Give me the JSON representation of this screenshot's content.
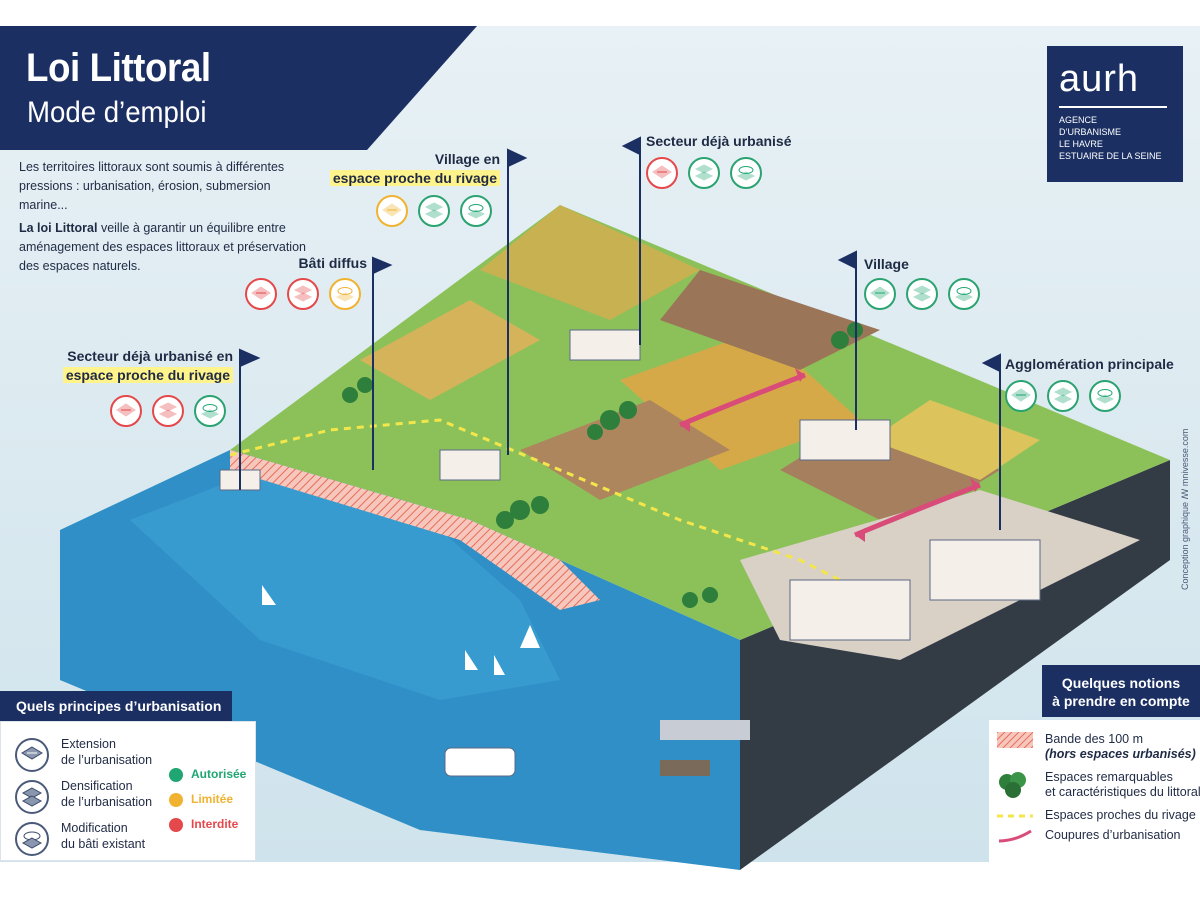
{
  "header": {
    "title": "Loi Littoral",
    "subtitle": "Mode d’emploi"
  },
  "logo": {
    "word": "aurh",
    "lines": [
      "AGENCE",
      "D’URBANISME",
      "LE HAVRE",
      "ESTUAIRE DE LA SEINE"
    ]
  },
  "intro": {
    "p1": "Les territoires littoraux sont soumis à différentes pressions : urbanisation, érosion, submersion marine...",
    "p2_bold": "La loi Littoral",
    "p2_rest": " veille à garantir un équilibre entre aménagement des espaces littoraux et préservation des espaces naturels."
  },
  "zones": [
    {
      "line1": "Secteur déjà urbanisé en",
      "line2": "espace proche du rivage",
      "statuses": [
        "interdite",
        "interdite",
        "autorisee"
      ]
    },
    {
      "line1": "Bâti diffus",
      "line2": "",
      "statuses": [
        "interdite",
        "interdite",
        "limitee"
      ]
    },
    {
      "line1": "Village en",
      "line2": "espace proche du rivage",
      "statuses": [
        "limitee",
        "autorisee",
        "autorisee"
      ]
    },
    {
      "line1": "Secteur déjà urbanisé",
      "line2": "",
      "statuses": [
        "interdite",
        "autorisee",
        "autorisee"
      ]
    },
    {
      "line1": "Village",
      "line2": "",
      "statuses": [
        "autorisee",
        "autorisee",
        "autorisee"
      ]
    },
    {
      "line1": "Agglomération principale",
      "line2": "",
      "statuses": [
        "autorisee",
        "autorisee",
        "autorisee"
      ]
    }
  ],
  "principles": {
    "title": "Quels principes d’urbanisation ?",
    "items": [
      {
        "line1": "Extension",
        "line2": "de l’urbanisation",
        "icon": "extension-icon"
      },
      {
        "line1": "Densification",
        "line2": "de l’urbanisation",
        "icon": "densification-icon"
      },
      {
        "line1": "Modification",
        "line2": "du bâti existant",
        "icon": "modification-icon"
      }
    ],
    "status_legend": [
      {
        "label": "Autorisée",
        "color": "#1fa672"
      },
      {
        "label": "Limitée",
        "color": "#f0b331"
      },
      {
        "label": "Interdite",
        "color": "#e4484a"
      }
    ]
  },
  "notions": {
    "title_line1": "Quelques notions",
    "title_line2": "à prendre en compte",
    "items": [
      {
        "line1": "Bande des 100 m",
        "line2": "(hors espaces urbanisés)",
        "symbol": "hatch-symbol"
      },
      {
        "line1": "Espaces remarquables",
        "line2": "et caractéristiques du littoral",
        "symbol": "trees-symbol"
      },
      {
        "line1": "Espaces proches du rivage",
        "line2": "",
        "symbol": "dashed-line-symbol"
      },
      {
        "line1": "Coupures d’urbanisation",
        "line2": "",
        "symbol": "curve-line-symbol"
      }
    ]
  },
  "credit": "Conception graphique ꟿ mnivesse.com",
  "colors": {
    "navy": "#1b2f63",
    "sea": "#2f8fc6",
    "autorisee": "#1fa672",
    "limitee": "#f0b331",
    "interdite": "#e4484a",
    "highlight": "#fff38c"
  }
}
